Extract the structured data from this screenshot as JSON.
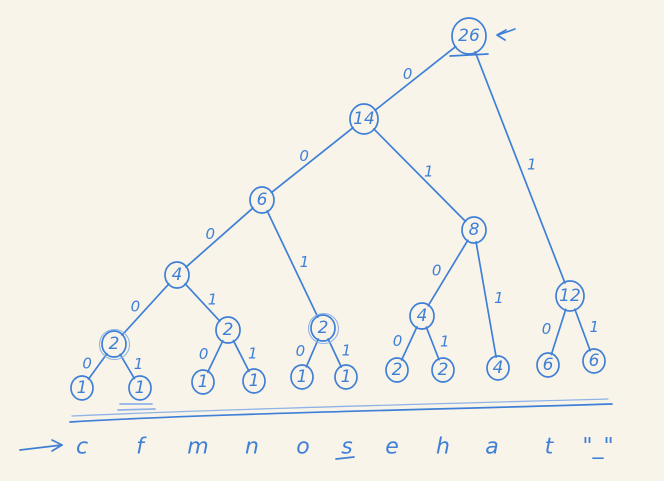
{
  "tree": {
    "nodes": [
      {
        "id": "root",
        "value": "26"
      },
      {
        "id": "n14",
        "value": "14"
      },
      {
        "id": "n6",
        "value": "6"
      },
      {
        "id": "n8",
        "value": "8"
      },
      {
        "id": "n4a",
        "value": "4"
      },
      {
        "id": "n4b",
        "value": "4"
      },
      {
        "id": "n12",
        "value": "12"
      },
      {
        "id": "n2a",
        "value": "2"
      },
      {
        "id": "n2b",
        "value": "2"
      },
      {
        "id": "n2c",
        "value": "2"
      },
      {
        "id": "leaf-c",
        "value": "1"
      },
      {
        "id": "leaf-f",
        "value": "1"
      },
      {
        "id": "leaf-m",
        "value": "1"
      },
      {
        "id": "leaf-n",
        "value": "1"
      },
      {
        "id": "leaf-o",
        "value": "1"
      },
      {
        "id": "leaf-s",
        "value": "1"
      },
      {
        "id": "leaf-e",
        "value": "2"
      },
      {
        "id": "leaf-h",
        "value": "2"
      },
      {
        "id": "leaf-a",
        "value": "4"
      },
      {
        "id": "leaf-t",
        "value": "6"
      },
      {
        "id": "leaf-space",
        "value": "6"
      }
    ],
    "edges": [
      {
        "from": "root",
        "to": "n14",
        "label": "0"
      },
      {
        "from": "root",
        "to": "n12",
        "label": "1"
      },
      {
        "from": "n14",
        "to": "n6",
        "label": "0"
      },
      {
        "from": "n14",
        "to": "n8",
        "label": "1"
      },
      {
        "from": "n6",
        "to": "n4a",
        "label": "0"
      },
      {
        "from": "n6",
        "to": "n2c",
        "label": "1"
      },
      {
        "from": "n4a",
        "to": "n2a",
        "label": "0"
      },
      {
        "from": "n4a",
        "to": "n2b",
        "label": "1"
      },
      {
        "from": "n2a",
        "to": "leaf-c",
        "label": "0"
      },
      {
        "from": "n2a",
        "to": "leaf-f",
        "label": "1"
      },
      {
        "from": "n2b",
        "to": "leaf-m",
        "label": "0"
      },
      {
        "from": "n2b",
        "to": "leaf-n",
        "label": "1"
      },
      {
        "from": "n2c",
        "to": "leaf-o",
        "label": "0"
      },
      {
        "from": "n2c",
        "to": "leaf-s",
        "label": "1"
      },
      {
        "from": "n8",
        "to": "n4b",
        "label": "0"
      },
      {
        "from": "n8",
        "to": "leaf-a",
        "label": "1"
      },
      {
        "from": "n4b",
        "to": "leaf-e",
        "label": "0"
      },
      {
        "from": "n4b",
        "to": "leaf-h",
        "label": "1"
      },
      {
        "from": "n12",
        "to": "leaf-t",
        "label": "0"
      },
      {
        "from": "n12",
        "to": "leaf-space",
        "label": "1"
      }
    ],
    "leaf_letters": [
      "c",
      "f",
      "m",
      "n",
      "o",
      "s",
      "e",
      "h",
      "a",
      "t",
      "\"_\""
    ]
  },
  "colors": {
    "ink": "#3f80d6",
    "paper": "#f9f4ea",
    "ink_light": "#8fb3e6"
  },
  "marks": [
    "arrow-into-leaf-row",
    "arrow-pointing-at-root"
  ]
}
